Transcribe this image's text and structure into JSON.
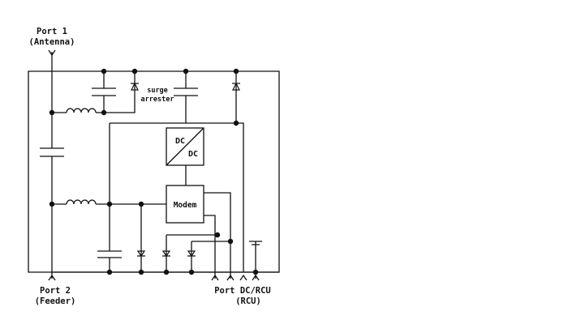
{
  "labels": {
    "port1_line1": "Port 1",
    "port1_line2": "(Antenna)",
    "port2_line1": "Port 2",
    "port2_line2": "(Feeder)",
    "port_dcrcu_line1": "Port DC/RCU",
    "port_dcrcu_line2": "(RCU)",
    "surge_line1": "surge",
    "surge_line2": "arrester",
    "dcdc_top": "DC",
    "dcdc_bottom": "DC",
    "modem": "Modem"
  },
  "colors": {
    "stroke": "#111111",
    "background": "#ffffff"
  }
}
